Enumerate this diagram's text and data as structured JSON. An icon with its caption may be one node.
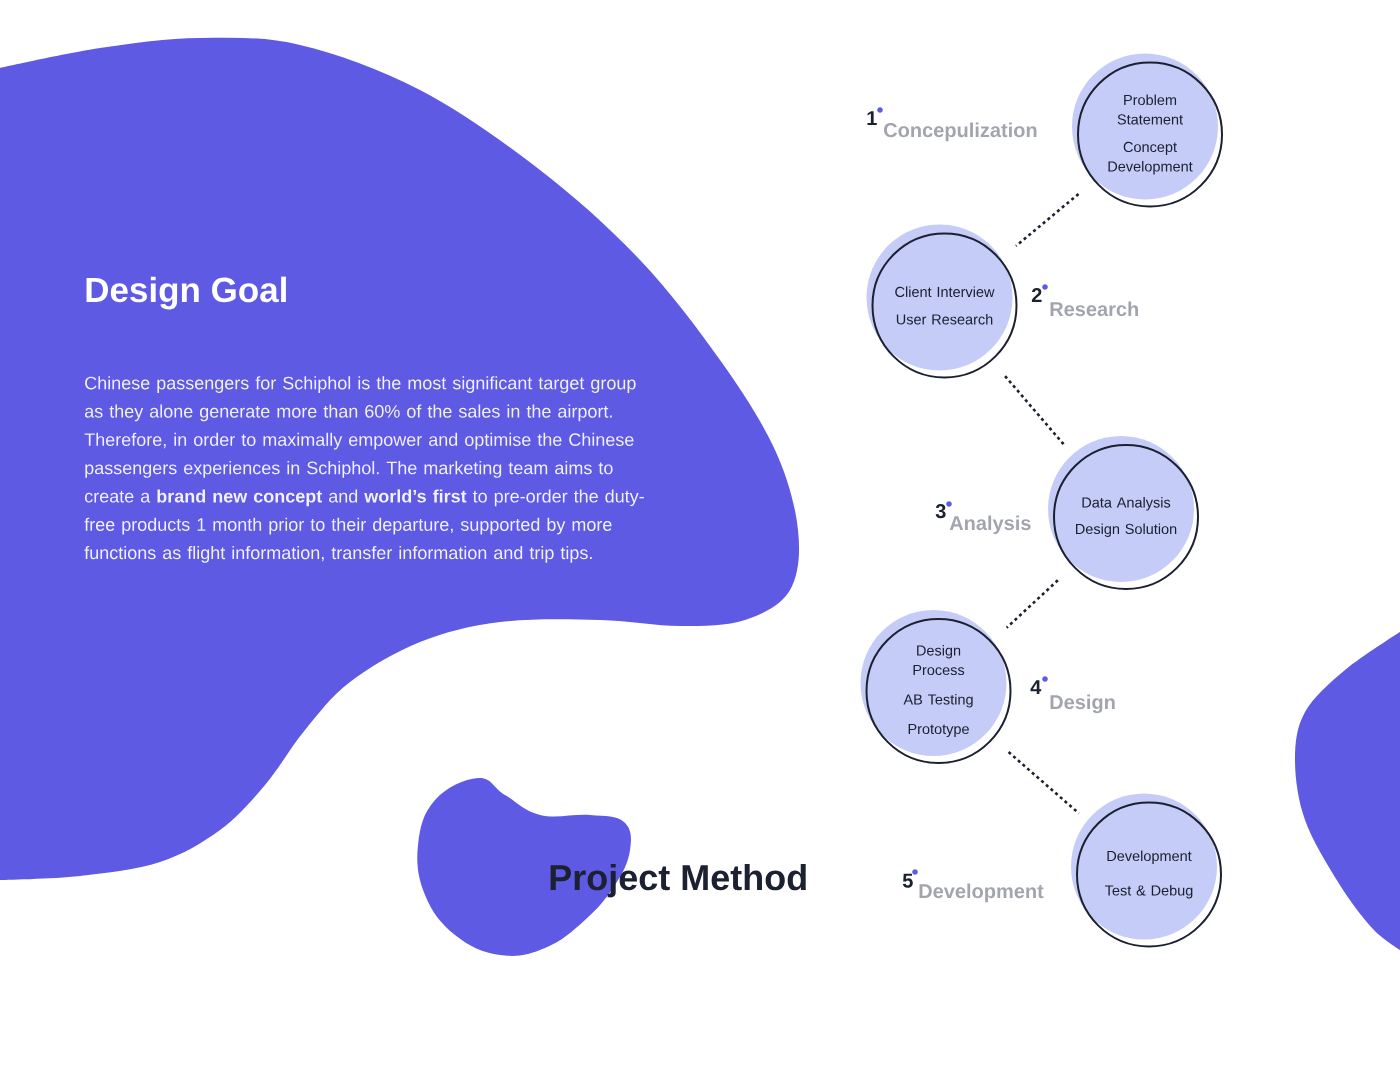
{
  "diagram": {
    "title": "Project Method",
    "nodes": [
      {
        "text": [
          "Problem Statement",
          "Concept Development"
        ],
        "beside": [
          "1",
          "Concepulization"
        ]
      },
      {
        "text": [
          "Client Interview",
          "User Research"
        ],
        "beside": [
          "2",
          "Research"
        ]
      },
      {
        "text": [
          "Data Analysis",
          "Design Solution"
        ],
        "beside": [
          "3",
          "Analysis"
        ]
      },
      {
        "text": [
          "Design Process",
          "AB Testing",
          "Prototype"
        ],
        "beside": [
          "4",
          "Design"
        ]
      },
      {
        "text": [
          "Development",
          "Test & Debug"
        ],
        "beside": [
          "5",
          "Development"
        ]
      }
    ],
    "edges": [
      {
        "from": 0,
        "to": 1,
        "arrow": "none",
        "style": "dashed"
      },
      {
        "from": 1,
        "to": 2,
        "arrow": "none",
        "style": "dashed"
      },
      {
        "from": 2,
        "to": 3,
        "arrow": "none",
        "style": "dashed"
      },
      {
        "from": 3,
        "to": 4,
        "arrow": "none",
        "style": "dashed"
      }
    ],
    "labels": [
      "Design Goal",
      "Chinese passengers for Schiphol is the most significant target group as they alone generate more than 60% of the sales in the airport. Therefore, in order to maximally empower and optimise the Chinese passengers experiences in Schiphol. The marketing team aims to create a **brand new concept** and **world’s first** to pre-order the duty-free products 1 month prior to their departure, supported by more functions as flight information, transfer information and trip tips."
    ]
  }
}
